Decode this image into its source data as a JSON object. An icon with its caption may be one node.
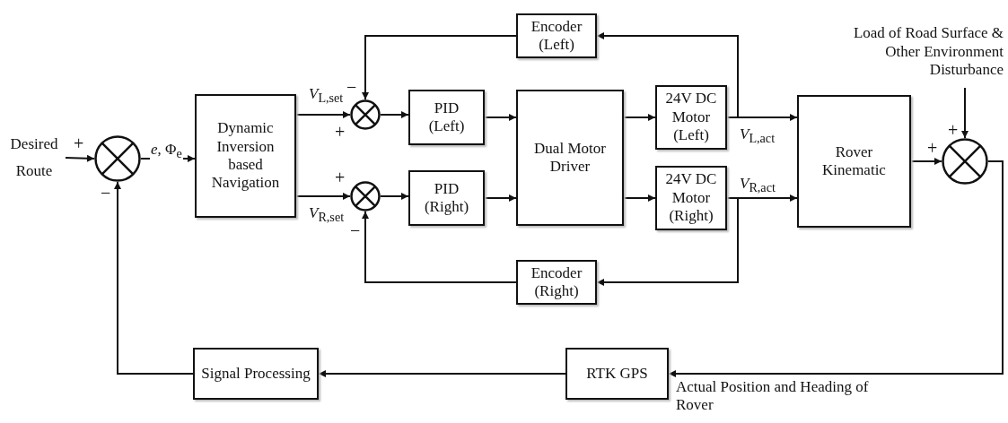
{
  "diagram": {
    "nodes": [
      {
        "text": [
          "Desired Route"
        ]
      },
      {
        "text": [],
        "shape": "circle"
      },
      {
        "text": [
          "Dynamic Inversion based Navigation"
        ]
      },
      {
        "text": [],
        "shape": "circle"
      },
      {
        "text": [],
        "shape": "circle"
      },
      {
        "text": [
          "PID (Left)"
        ]
      },
      {
        "text": [
          "PID (Right)"
        ]
      },
      {
        "text": [
          "Dual Motor Driver"
        ]
      },
      {
        "text": [
          "24V DC Motor (Left)"
        ]
      },
      {
        "text": [
          "24V DC Motor (Right)"
        ]
      },
      {
        "text": [
          "Encoder (Left)"
        ]
      },
      {
        "text": [
          "Encoder (Right)"
        ]
      },
      {
        "text": [
          "Rover Kinematic"
        ]
      },
      {
        "text": [],
        "shape": "circle"
      },
      {
        "text": [
          "Load of Road Surface & Other Environment Disturbance"
        ]
      },
      {
        "text": [
          "RTK GPS"
        ]
      },
      {
        "text": [
          "Signal Processing"
        ]
      }
    ],
    "edges": [
      {
        "from": 0,
        "to": 1,
        "arrow": "to"
      },
      {
        "from": 1,
        "to": 2,
        "arrow": "to",
        "label": "*e*, Φ$_{e}$"
      },
      {
        "from": 2,
        "to": 3,
        "arrow": "to",
        "label": "*V*$_{L,set}$"
      },
      {
        "from": 2,
        "to": 4,
        "arrow": "to",
        "label": "*V*$_{R,set}$"
      },
      {
        "from": 3,
        "to": 5,
        "arrow": "to"
      },
      {
        "from": 4,
        "to": 6,
        "arrow": "to"
      },
      {
        "from": 5,
        "to": 7,
        "arrow": "to"
      },
      {
        "from": 6,
        "to": 7,
        "arrow": "to"
      },
      {
        "from": 7,
        "to": 8,
        "arrow": "to"
      },
      {
        "from": 7,
        "to": 9,
        "arrow": "to"
      },
      {
        "from": 8,
        "to": 12,
        "arrow": "to",
        "label": "*V*$_{L,act}$"
      },
      {
        "from": 9,
        "to": 12,
        "arrow": "to",
        "label": "*V*$_{R,act}$"
      },
      {
        "from": 8,
        "to": 10,
        "arrow": "to"
      },
      {
        "from": 10,
        "to": 3,
        "arrow": "to"
      },
      {
        "from": 9,
        "to": 11,
        "arrow": "to"
      },
      {
        "from": 11,
        "to": 4,
        "arrow": "to"
      },
      {
        "from": 12,
        "to": 13,
        "arrow": "to"
      },
      {
        "from": 14,
        "to": 13,
        "arrow": "to"
      },
      {
        "from": 13,
        "to": 15,
        "arrow": "to",
        "label": "Actual Position and Heading of Rover"
      },
      {
        "from": 15,
        "to": 16,
        "arrow": "to"
      },
      {
        "from": 16,
        "to": 1,
        "arrow": "to"
      }
    ],
    "labels": [
      "+",
      "−",
      "−",
      "+",
      "+",
      "−",
      "+",
      "+"
    ]
  }
}
